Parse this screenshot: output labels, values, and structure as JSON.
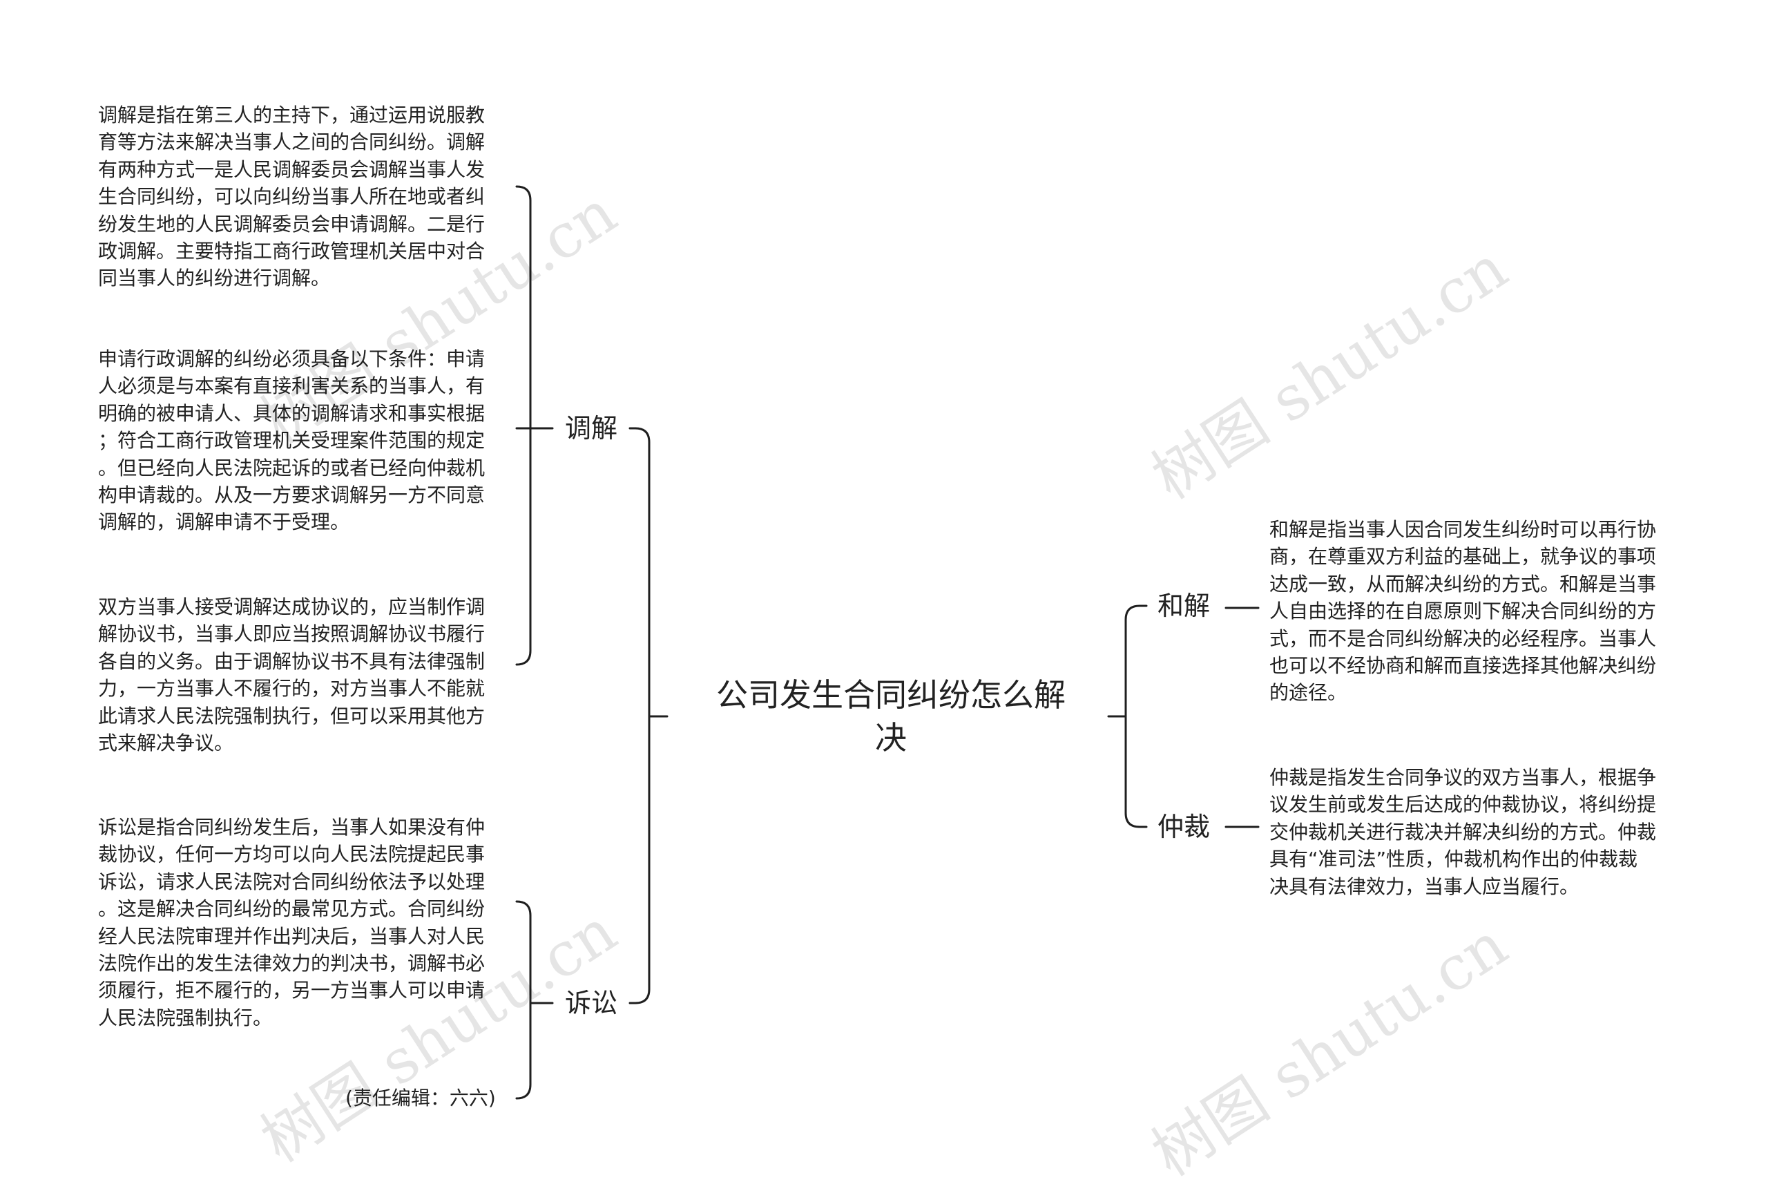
{
  "diagram": {
    "title": "公司发生合同纠纷怎么解\n决",
    "branches": {
      "tiaojie": {
        "label": "调解",
        "leaves": [
          "调解是指在第三人的主持下，通过运用说服教\n育等方法来解决当事人之间的合同纠纷。调解\n有两种方式一是人民调解委员会调解当事人发\n生合同纠纷，可以向纠纷当事人所在地或者纠\n纷发生地的人民调解委员会申请调解。二是行\n政调解。主要特指工商行政管理机关居中对合\n同当事人的纠纷进行调解。",
          "申请行政调解的纠纷必须具备以下条件：申请\n人必须是与本案有直接利害关系的当事人，有\n明确的被申请人、具体的调解请求和事实根据\n；符合工商行政管理机关受理案件范围的规定\n。但已经向人民法院起诉的或者已经向仲裁机\n构申请裁的。从及一方要求调解另一方不同意\n调解的，调解申请不于受理。",
          "双方当事人接受调解达成协议的，应当制作调\n解协议书，当事人即应当按照调解协议书履行\n各自的义务。由于调解协议书不具有法律强制\n力，一方当事人不履行的，对方当事人不能就\n此请求人民法院强制执行，但可以采用其他方\n式来解决争议。"
        ]
      },
      "susong": {
        "label": "诉讼",
        "leaves": [
          "诉讼是指合同纠纷发生后，当事人如果没有仲\n裁协议，任何一方均可以向人民法院提起民事\n诉讼，请求人民法院对合同纠纷依法予以处理\n。这是解决合同纠纷的最常见方式。合同纠纷\n经人民法院审理并作出判决后，当事人对人民\n法院作出的发生法律效力的判决书，调解书必\n须履行，拒不履行的，另一方当事人可以申请\n人民法院强制执行。",
          "(责任编辑：六六)"
        ]
      },
      "hejie": {
        "label": "和解",
        "leaves": [
          "和解是指当事人因合同发生纠纷时可以再行协\n商，在尊重双方利益的基础上，就争议的事项\n达成一致，从而解决纠纷的方式。和解是当事\n人自由选择的在自愿原则下解决合同纠纷的方\n式，而不是合同纠纷解决的必经程序。当事人\n也可以不经协商和解而直接选择其他解决纠纷\n的途径。"
        ]
      },
      "zhongcai": {
        "label": "仲裁",
        "leaves": [
          "仲裁是指发生合同争议的双方当事人，根据争\n议发生前或发生后达成的仲裁协议，将纠纷提\n交仲裁机关进行裁决并解决纠纷的方式。仲裁\n具有“准司法”性质，仲裁机构作出的仲裁裁\n决具有法律效力，当事人应当履行。"
        ]
      }
    },
    "watermark": "树图 shutu.cn",
    "line_color": "#1f1f1f"
  }
}
